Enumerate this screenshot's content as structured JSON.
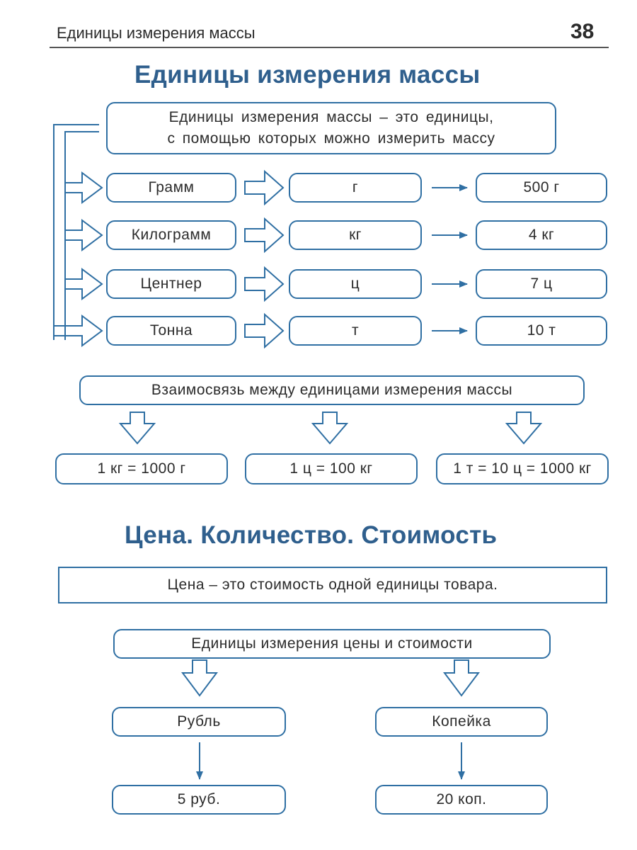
{
  "header": {
    "title": "Единицы измерения массы",
    "page_number": "38"
  },
  "mass_section": {
    "title": "Единицы измерения массы",
    "definition_line1": "Единицы измерения массы – это единицы,",
    "definition_line2": "с помощью которых можно измерить массу",
    "units": [
      {
        "name": "Грамм",
        "abbr": "г",
        "example": "500 г"
      },
      {
        "name": "Килограмм",
        "abbr": "кг",
        "example": "4 кг"
      },
      {
        "name": "Центнер",
        "abbr": "ц",
        "example": "7 ц"
      },
      {
        "name": "Тонна",
        "abbr": "т",
        "example": "10 т"
      }
    ],
    "relation_title": "Взаимосвязь между единицами измерения массы",
    "relations": [
      "1 кг = 1000 г",
      "1 ц = 100 кг",
      "1 т = 10 ц = 1000 кг"
    ]
  },
  "price_section": {
    "title": "Цена. Количество. Стоимость",
    "definition": "Цена – это стоимость одной единицы товара.",
    "units_title": "Единицы измерения цены и стоимости",
    "currency": [
      {
        "name": "Рубль",
        "example": "5 руб."
      },
      {
        "name": "Копейка",
        "example": "20 коп."
      }
    ]
  },
  "colors": {
    "accent": "#2f6fa3",
    "title": "#2f5f8d",
    "text": "#2b2b2b"
  }
}
